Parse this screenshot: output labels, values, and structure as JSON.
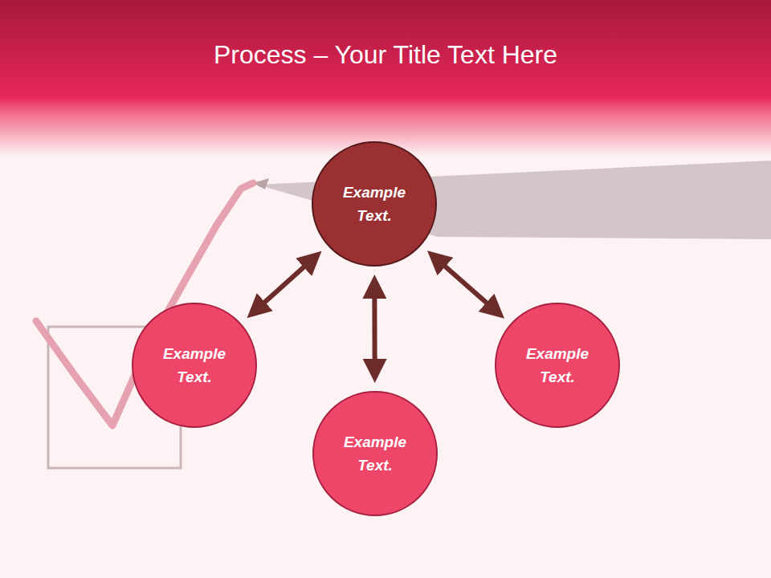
{
  "diagram": {
    "title": "Process – Your Title Text Here",
    "nodes": [
      {
        "text": [
          "Example Text."
        ]
      },
      {
        "text": [
          "Example Text."
        ]
      },
      {
        "text": [
          "Example Text."
        ]
      },
      {
        "text": [
          "Example Text."
        ]
      }
    ],
    "edges": [
      {
        "from": 0,
        "to": 1,
        "arrow": "both"
      },
      {
        "from": 0,
        "to": 2,
        "arrow": "both"
      },
      {
        "from": 0,
        "to": 3,
        "arrow": "both"
      }
    ]
  }
}
